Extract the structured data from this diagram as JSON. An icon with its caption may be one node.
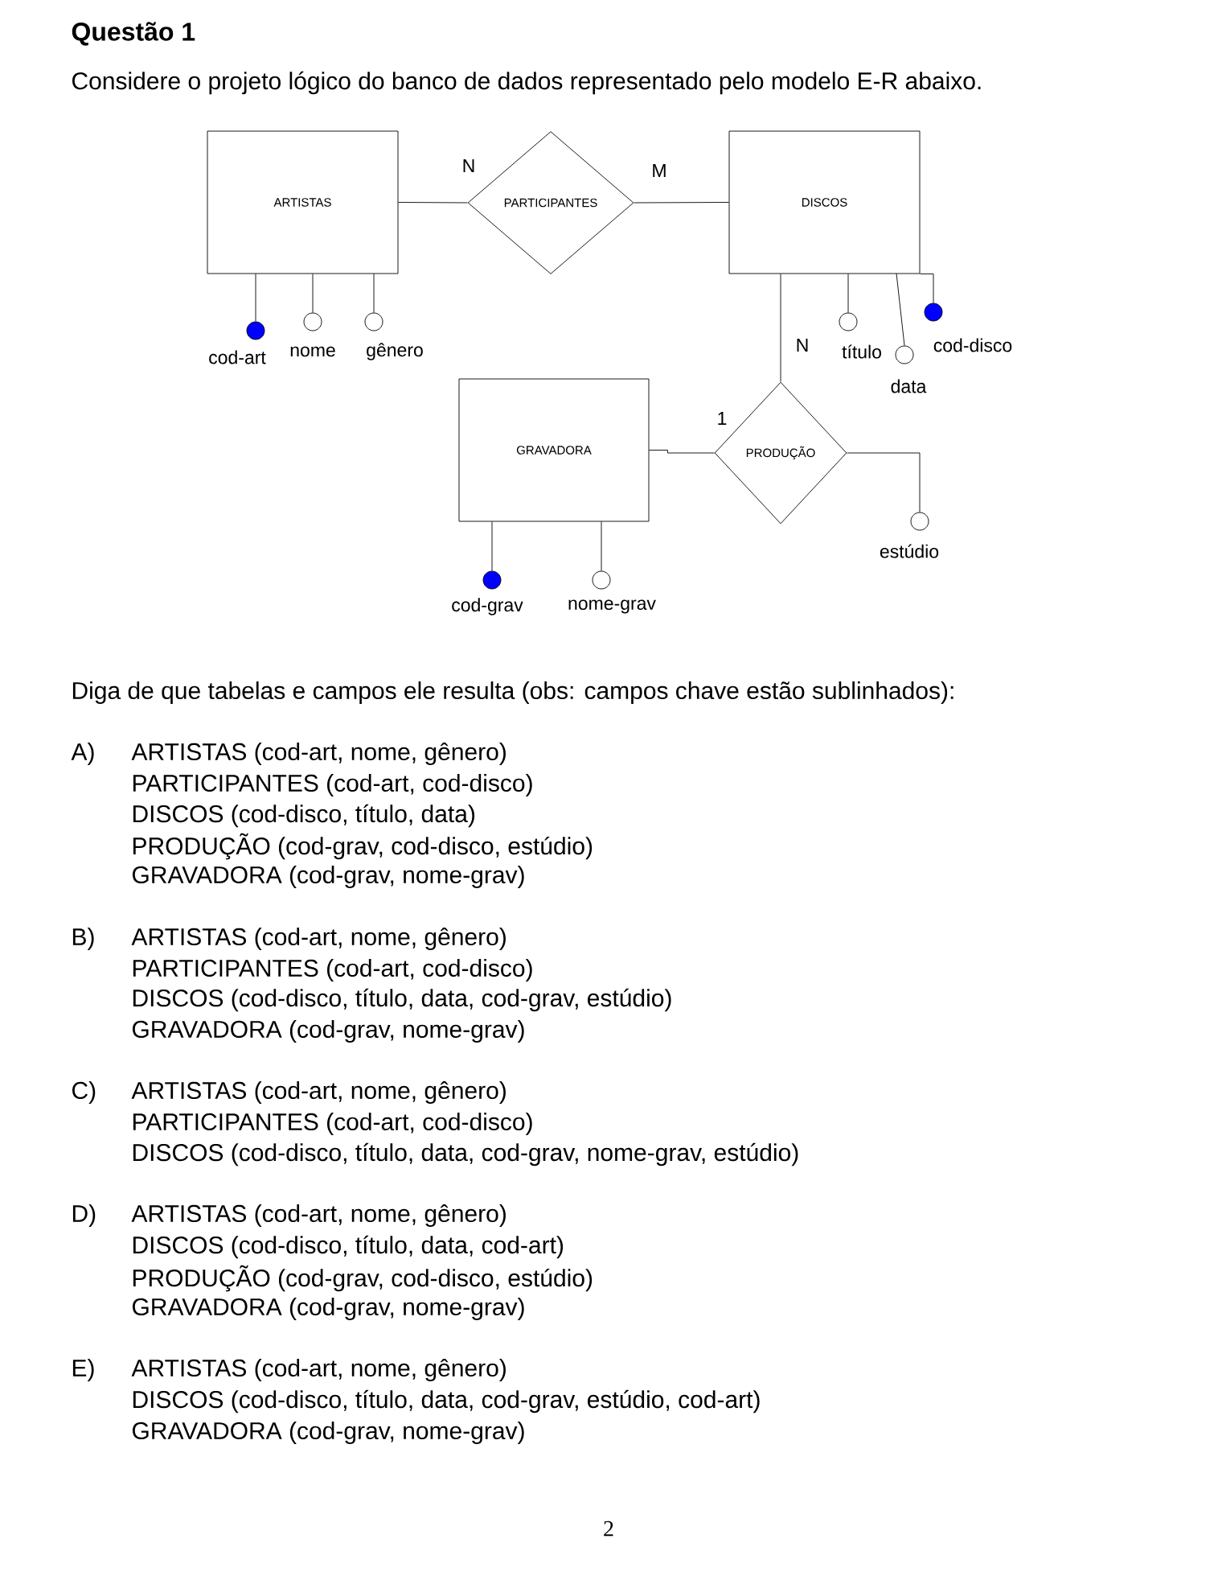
{
  "diagram": {
    "title": "Questão 1",
    "nodes": [
      {
        "text": [
          "ARTISTAS"
        ]
      },
      {
        "text": [
          "PARTICIPANTES"
        ]
      },
      {
        "text": [
          "DISCOS"
        ]
      },
      {
        "text": [
          "GRAVADORA"
        ]
      },
      {
        "text": [
          "PRODUÇÃO"
        ]
      },
      {
        "text": [],
        "shape": "dot",
        "beside": [
          "cod-art"
        ]
      },
      {
        "text": [],
        "shape": "circle",
        "beside": [
          "nome"
        ]
      },
      {
        "text": [],
        "shape": "circle",
        "beside": [
          "gênero"
        ]
      },
      {
        "text": [],
        "shape": "circle",
        "beside": [
          "título"
        ]
      },
      {
        "text": [],
        "shape": "circle",
        "beside": [
          "data"
        ]
      },
      {
        "text": [],
        "shape": "dot",
        "beside": [
          "cod-disco"
        ]
      },
      {
        "text": [],
        "shape": "circle",
        "beside": [
          "estúdio"
        ]
      },
      {
        "text": [],
        "shape": "dot",
        "beside": [
          "cod-grav"
        ]
      },
      {
        "text": [],
        "shape": "circle",
        "beside": [
          "nome-grav"
        ]
      }
    ],
    "edges": [
      {
        "from": 0,
        "to": 1,
        "arrow": "none",
        "label": "N"
      },
      {
        "from": 1,
        "to": 2,
        "arrow": "none",
        "label": "M"
      },
      {
        "from": 2,
        "to": 4,
        "arrow": "none",
        "label": "N"
      },
      {
        "from": 3,
        "to": 4,
        "arrow": "none",
        "label": "1"
      },
      {
        "from": 4,
        "to": 11,
        "arrow": "none"
      },
      {
        "from": 0,
        "to": 5,
        "arrow": "none"
      },
      {
        "from": 0,
        "to": 6,
        "arrow": "none"
      },
      {
        "from": 0,
        "to": 7,
        "arrow": "none"
      },
      {
        "from": 2,
        "to": 8,
        "arrow": "none"
      },
      {
        "from": 2,
        "to": 9,
        "arrow": "none"
      },
      {
        "from": 2,
        "to": 10,
        "arrow": "none"
      },
      {
        "from": 3,
        "to": 12,
        "arrow": "none"
      },
      {
        "from": 3,
        "to": 13,
        "arrow": "none"
      }
    ],
    "labels": [
      "Considere o projeto lógico do banco de dados representado pelo modelo E-R abaixo.",
      "Diga de que tabelas e campos ele resulta (obs: campos chave estão sublinhados):",
      "A)",
      "ARTISTAS (cod-art, nome, gênero)",
      "PARTICIPANTES (cod-art, cod-disco)",
      "DISCOS (cod-disco, título, data)",
      "PRODUÇÃO (cod-grav, cod-disco, estúdio)",
      "GRAVADORA (cod-grav, nome-grav)",
      "B)",
      "ARTISTAS (cod-art, nome, gênero)",
      "PARTICIPANTES (cod-art, cod-disco)",
      "DISCOS (cod-disco, título, data, cod-grav, estúdio)",
      "GRAVADORA (cod-grav, nome-grav)",
      "C)",
      "ARTISTAS (cod-art, nome, gênero)",
      "PARTICIPANTES (cod-art, cod-disco)",
      "DISCOS (cod-disco, título, data, cod-grav, nome-grav, estúdio)",
      "D)",
      "ARTISTAS (cod-art, nome, gênero)",
      "DISCOS (cod-disco, título, data, cod-art)",
      "PRODUÇÃO (cod-grav, cod-disco, estúdio)",
      "GRAVADORA (cod-grav, nome-grav)",
      "E)",
      "ARTISTAS (cod-art, nome, gênero)",
      "DISCOS (cod-disco, título, data, cod-grav, estúdio, cod-art)",
      "GRAVADORA (cod-grav, nome-grav)",
      "2"
    ]
  }
}
